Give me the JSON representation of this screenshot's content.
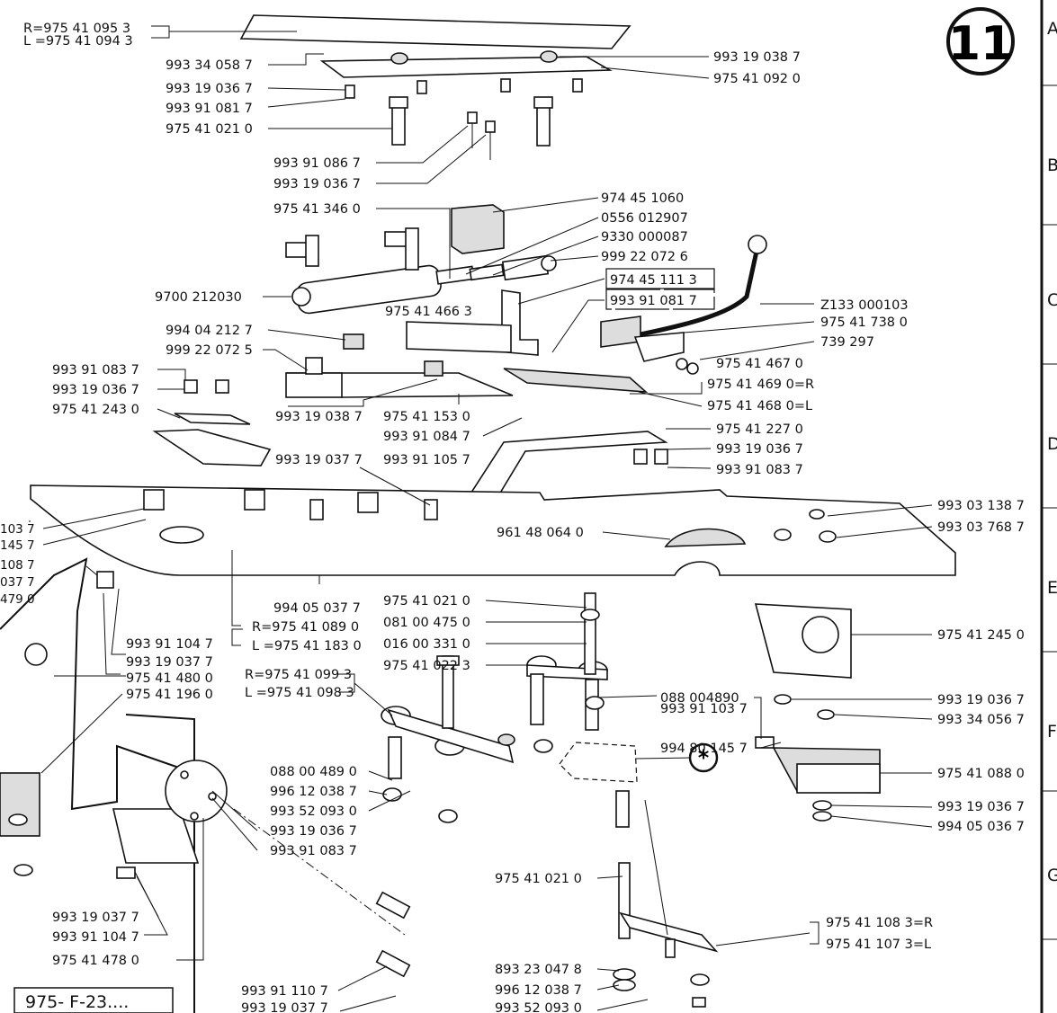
{
  "sheet": {
    "number": "11",
    "reference_box": "975- F-23....",
    "star_symbol": "*",
    "right_edge_letters": [
      "A",
      "B",
      "C",
      "D",
      "E",
      "F",
      "G"
    ]
  },
  "labels": {
    "top_plate_r": "R=975 41 095 3",
    "top_plate_l": "L =975 41 094 3",
    "p993_34_058": "993 34 058 7",
    "p993_19_038_top": "993 19 038 7",
    "p975_41_092": "975 41 092 0",
    "p993_19_036_a": "993 19 036 7",
    "p993_91_081_a": "993 91 081 7",
    "p975_41_021_a": "975 41 021 0",
    "p993_91_086": "993 91 086 7",
    "p993_19_036_b": "993 19 036 7",
    "p974_45_106": "974  45 1060",
    "p975_41_346": "975 41 346 0",
    "p0556": "0556 012907",
    "p9330": "9330 000087",
    "p999_22_072_6": "999 22 072 6",
    "p974_45_111": "974 45 111 3",
    "p993_91_081_b": "993 91 081 7",
    "p9700": "9700 212030",
    "p975_41_466": "975 41 466 3",
    "pZ133": "Z133 000103",
    "p975_41_738": "975 41 738 0",
    "p739_297": "739 297",
    "p994_04_212": "994 04 212 7",
    "p999_22_072_5": "999 22 072 5",
    "p975_41_467": "975 41 467  0",
    "p975_41_469": "975 41 469 0=R",
    "p975_41_468": "975 41 468 0=L",
    "p993_91_083_a": "993 91 083 7",
    "p993_19_036_c": "993 19 036 7",
    "p975_41_243": "975 41 243 0",
    "p993_19_038_mid": "993 19 038 7",
    "p975_41_153": "975 41 153 0",
    "p993_91_084": "993 91 084 7",
    "p975_41_227": "975 41 227 0",
    "p993_19_036_d": "993 19 036 7",
    "p993_19_037_a": "993 19 037 7",
    "p993_91_105": "993 91 105 7",
    "p993_91_083_b": "993 91 083 7",
    "p993_03_138": "993 03 138 7",
    "p993_03_768": "993 03 768 7",
    "p961_48_064": "961 48 064 0",
    "left_cut_1": "103 7",
    "left_cut_2": "145 7",
    "left_cut_3": "108 7",
    "left_cut_4": "037 7",
    "left_cut_5": "479 0",
    "p994_05_037": "994 05 037 7",
    "p975_41_089": "R=975 41 089 0",
    "p975_41_183": "L =975 41 183 0",
    "p975_41_021_b": "975 41 021 0",
    "p081_00_475": "081 00 475 0",
    "p016_00_331": "016 00 331 0",
    "p975_41_022": "975 41 022 3",
    "p975_41_245": "975 41  245 0",
    "p993_91_104_a": "993 91 104  7",
    "p993_19_037_b": "993 19 037 7",
    "p975_41_480": "975 41 480 0",
    "p975_41_196": "975 41 196 0",
    "p993_19_036_e": "993 19 036 7",
    "p993_34_056": "993  34 056 7",
    "p975_41_099": "R=975 41 099 3",
    "p975_41_098": "L =975 41 098 3",
    "p993_91_103": "993 91 103 7",
    "p088_004890": "088 004890",
    "p994_80_145": "994 80 145 7",
    "p975_41_088": "975 41 088 0",
    "p088_00_489": "088 00 489 0",
    "p996_12_038_a": "996 12 038 7",
    "p993_52_093_a": "993 52 093 0",
    "p993_19_036_f": "993 19 036 7",
    "p993_91_083_c": "993 91 083 7",
    "p993_19_036_g": "993 19 036 7",
    "p994_05_036": "994 05 036 7",
    "p975_41_021_c": "975 41 021 0",
    "p975_41_108": "975 41 108 3=R",
    "p975_41_107": "975 41 107 3=L",
    "p993_19_037_c": "993 19 037 7",
    "p993_91_104_b": "993 91 104 7",
    "p975_41_478": "975 41 478 0",
    "p993_91_110": "993 91 110 7",
    "p993_19_037_d": "993 19 037 7",
    "p893_23_047": "893 23 047 8",
    "p996_12_038_b": "996 12 038 7",
    "p993_52_093_b": "993 52 093 0"
  }
}
